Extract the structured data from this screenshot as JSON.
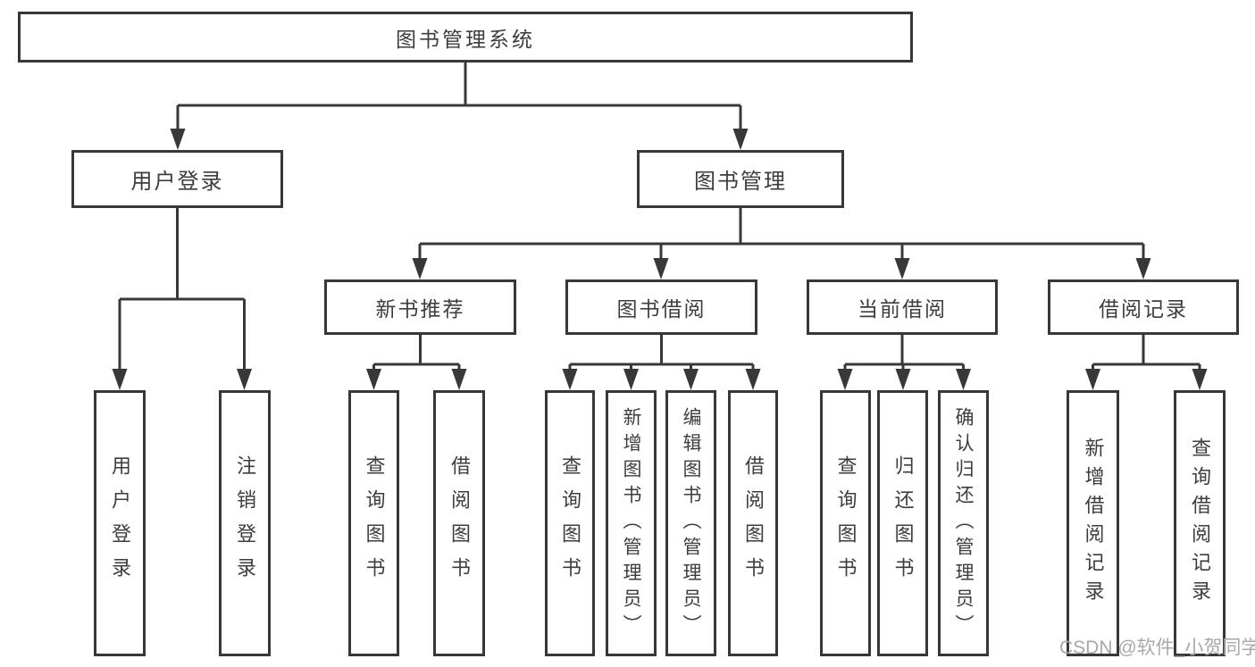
{
  "colors": {
    "line": "#383838",
    "text": "#3d3d3d",
    "background": "#ffffff",
    "watermark": "#a9a9a9"
  },
  "tree": {
    "root": "图书管理系统",
    "children": [
      {
        "label": "用户登录",
        "children": [
          "用户登录",
          "注销登录"
        ]
      },
      {
        "label": "图书管理",
        "children": [
          {
            "label": "新书推荐",
            "children": [
              "查询图书",
              "借阅图书"
            ]
          },
          {
            "label": "图书借阅",
            "children": [
              "查询图书",
              "新增图书（管理员）",
              "编辑图书（管理员）",
              "借阅图书"
            ]
          },
          {
            "label": "当前借阅",
            "children": [
              "查询图书",
              "归还图书",
              "确认归还（管理员）"
            ]
          },
          {
            "label": "借阅记录",
            "children": [
              "新增借阅记录",
              "查询借阅记录"
            ]
          }
        ]
      }
    ]
  },
  "watermark": {
    "text": "CSDN @软件_小贺同学"
  }
}
